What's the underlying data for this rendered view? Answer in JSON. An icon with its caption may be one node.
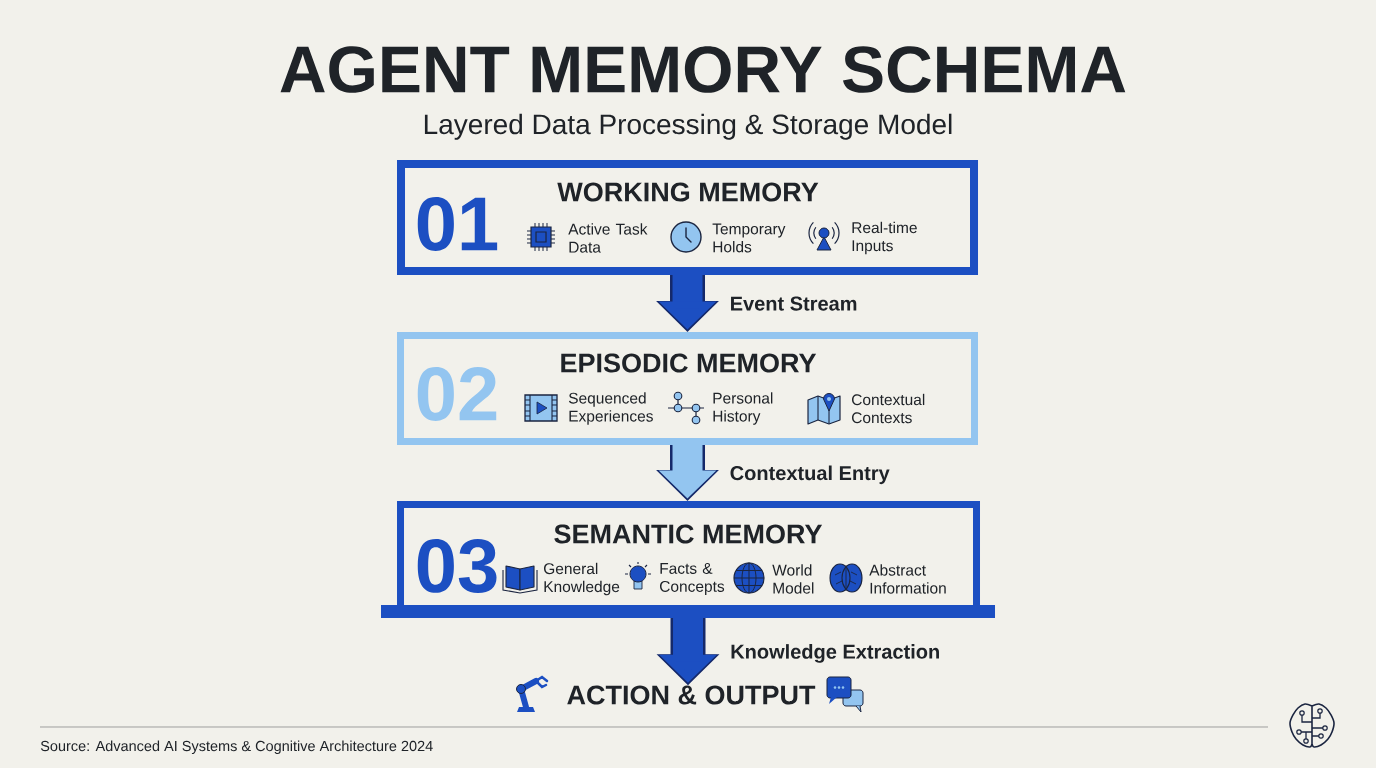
{
  "diagram": {
    "title": "AGENT MEMORY SCHEMA",
    "nodes": [
      {
        "text": [
          "01",
          "WORKING MEMORY",
          "Active Task Data",
          "Temporary Holds",
          "Real-time Inputs"
        ]
      },
      {
        "text": [
          "02",
          "EPISODIC MEMORY",
          "Sequenced Experiences",
          "Personal History",
          "Contextual Contexts"
        ]
      },
      {
        "text": [
          "03",
          "SEMANTIC MEMORY",
          "General Knowledge",
          "Facts & Concepts",
          "World Model",
          "Abstract Information"
        ]
      },
      {
        "text": [
          "ACTION & OUTPUT"
        ]
      }
    ],
    "edges": [
      {
        "from": 0,
        "to": 1,
        "arrow": "to",
        "label": "Event Stream"
      },
      {
        "from": 1,
        "to": 2,
        "arrow": "to",
        "label": "Contextual Entry",
        "color": "#93c5f0"
      },
      {
        "from": 2,
        "to": 3,
        "arrow": "to",
        "label": "Knowledge Extraction"
      }
    ],
    "labels": [
      "Layered Data Processing & Storage Model",
      "Source: Advanced AI Systems & Cognitive Architecture 2024"
    ]
  }
}
